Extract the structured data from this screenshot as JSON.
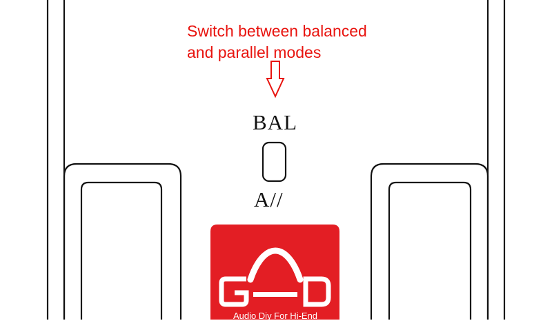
{
  "annotation": {
    "line1": "Switch between balanced",
    "line2": "and parallel modes",
    "color": "#e8140f"
  },
  "switch": {
    "top_label": "BAL",
    "bottom_label": "A//"
  },
  "logo": {
    "wordmark": "GAD",
    "tagline": "Audio Diy For Hi-End",
    "background_color": "#e31e24"
  }
}
